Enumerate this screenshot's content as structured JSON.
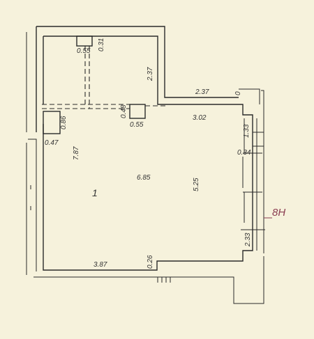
{
  "plan": {
    "room_number": "1",
    "marker": "8Н",
    "dims": {
      "niche_w": "0.55",
      "niche_d": "0.31",
      "upper_h": "2.37",
      "top_right": "2.37",
      "zero_mark": "0",
      "col_w": "0.55",
      "col_d": "0.48",
      "right_top": "3.02",
      "left_col_d": "0.86",
      "left_col_w": "0.47",
      "room_h": "7.87",
      "room_w": "6.85",
      "room_d": "5.25",
      "win_a": "1.33",
      "win_b": "0.34",
      "win_c": "2.33",
      "bottom_w": "3.87",
      "step": "0.26"
    }
  }
}
